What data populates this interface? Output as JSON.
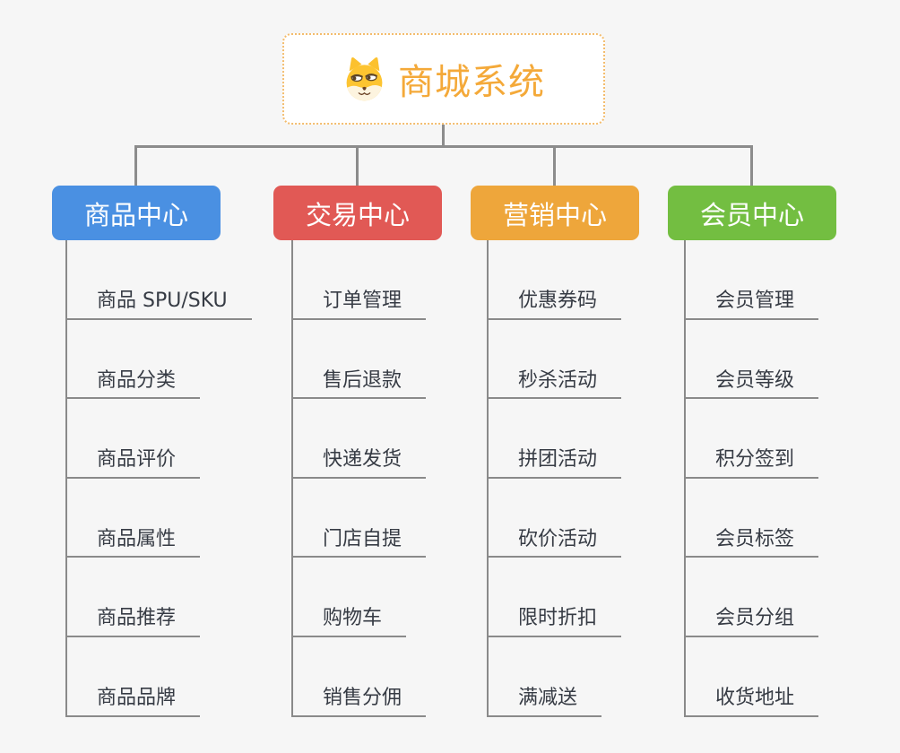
{
  "page": {
    "background_color": "#F6F6F6",
    "connector_color": "#8C8C8C",
    "leaf_line_color": "#8A8A8A",
    "leaf_text_color": "#363B44"
  },
  "root": {
    "title": "商城系统",
    "icon": "dog-face-icon",
    "text_color": "#F4A939",
    "border_color": "#F3BC6D",
    "background": "#FFFFFF"
  },
  "branches": [
    {
      "label": "商品中心",
      "color": "#4A90E2",
      "children": [
        "商品 SPU/SKU",
        "商品分类",
        "商品评价",
        "商品属性",
        "商品推荐",
        "商品品牌"
      ]
    },
    {
      "label": "交易中心",
      "color": "#E15955",
      "children": [
        "订单管理",
        "售后退款",
        "快递发货",
        "门店自提",
        "购物车",
        "销售分佣"
      ]
    },
    {
      "label": "营销中心",
      "color": "#EEA63B",
      "children": [
        "优惠券码",
        "秒杀活动",
        "拼团活动",
        "砍价活动",
        "限时折扣",
        "满减送"
      ]
    },
    {
      "label": "会员中心",
      "color": "#73BE41",
      "children": [
        "会员管理",
        "会员等级",
        "积分签到",
        "会员标签",
        "会员分组",
        "收货地址"
      ]
    }
  ]
}
